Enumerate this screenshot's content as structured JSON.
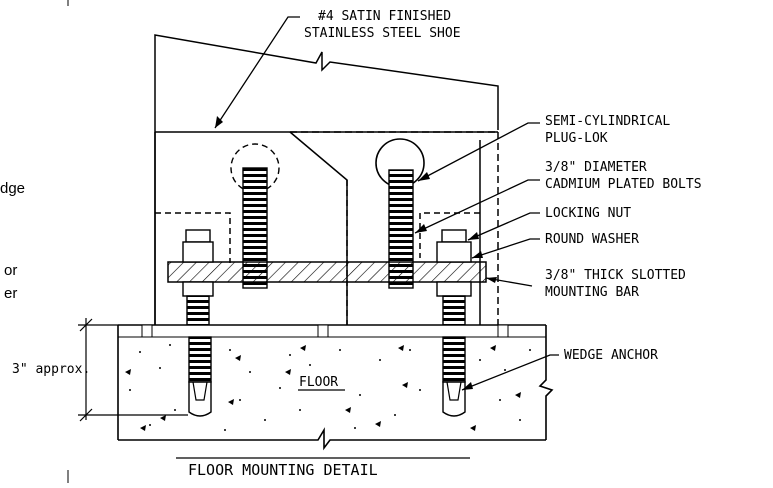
{
  "title": "FLOOR MOUNTING DETAIL",
  "labels": {
    "shoe_line1": "#4 SATIN FINISHED",
    "shoe_line2": "STAINLESS STEEL SHOE",
    "plug_line1": "SEMI-CYLINDRICAL",
    "plug_line2": "PLUG-LOK",
    "bolts_line1": "3/8\" DIAMETER",
    "bolts_line2": "CADMIUM PLATED BOLTS",
    "locking_nut": "LOCKING NUT",
    "round_washer": "ROUND WASHER",
    "bar_line1": "3/8\" THICK SLOTTED",
    "bar_line2": "MOUNTING BAR",
    "wedge_anchor": "WEDGE ANCHOR",
    "floor": "FLOOR",
    "depth_dimension": "3\" approx."
  },
  "side_text": {
    "line1": "dge",
    "line2": "or",
    "line3": "er"
  }
}
